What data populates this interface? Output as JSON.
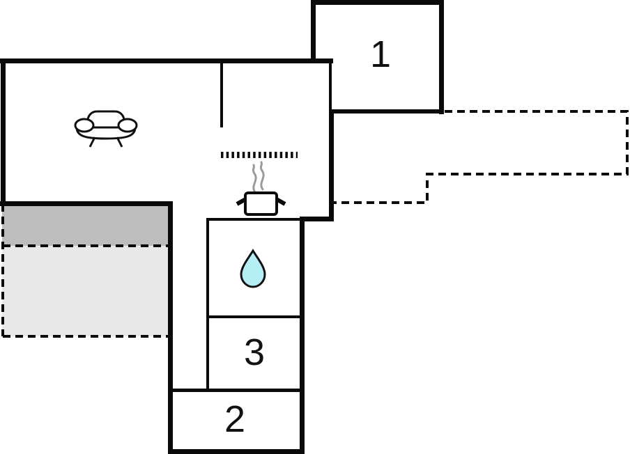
{
  "plan": {
    "rooms": [
      {
        "id": "room-1",
        "label": "1"
      },
      {
        "id": "room-2",
        "label": "2"
      },
      {
        "id": "room-3",
        "label": "3"
      }
    ],
    "icons": [
      {
        "name": "sofa-icon"
      },
      {
        "name": "cooking-pot-icon"
      },
      {
        "name": "steam-icon"
      },
      {
        "name": "water-drop-icon"
      },
      {
        "name": "counter-hatch-icon"
      }
    ],
    "colors": {
      "wall": "#0a0a0a",
      "terrace_light": "#e8e8e8",
      "terrace_dark": "#bdbdbd",
      "water_drop": "#b5eef5",
      "steam": "#9a9a9a"
    }
  }
}
